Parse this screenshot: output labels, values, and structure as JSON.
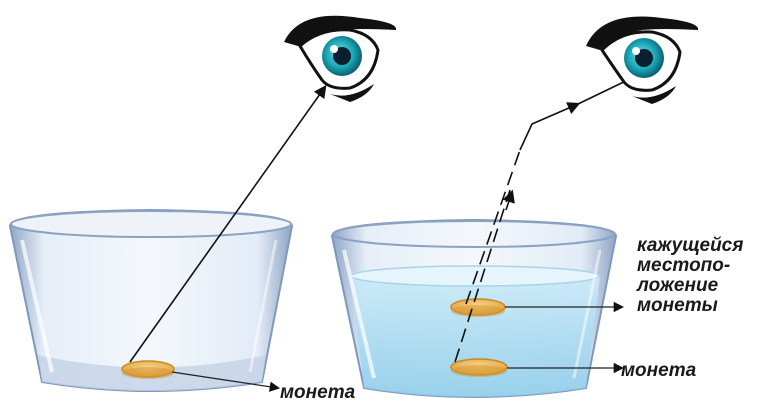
{
  "labels": {
    "coin_left": "монета",
    "coin_right": "монета",
    "apparent_position": [
      "кажущейся",
      "местопо-",
      "ложение",
      "монеты"
    ]
  },
  "colors": {
    "glass_edge": "#7f98bc",
    "glass_fill": "#dde8f5",
    "water": "#b7def3",
    "coin": "#f0b95c",
    "iris": "#1aa9b8",
    "ray": "#111111"
  },
  "icons": [
    "eye-icon",
    "coin-icon",
    "arrow-icon"
  ]
}
